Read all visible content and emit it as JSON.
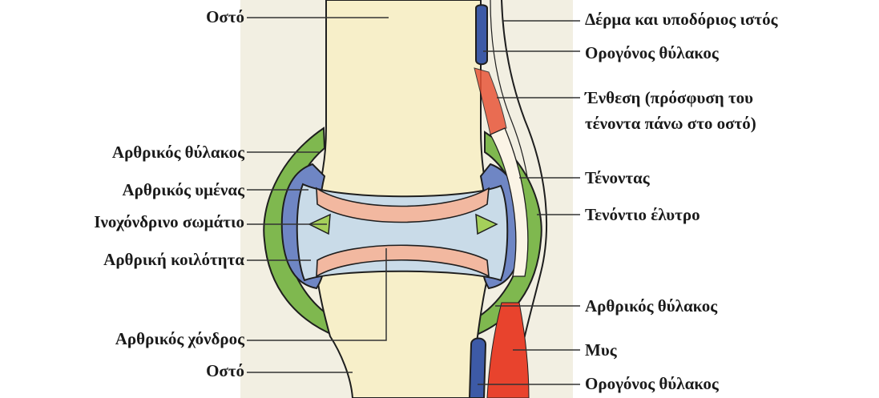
{
  "labels_left": {
    "bone_top": "Οστό",
    "joint_capsule": "Αρθρικός θύλακος",
    "synovial_membrane": "Αρθρικός υμένας",
    "fibrocartilage_disc": "Ινοχόνδρινο σωμάτιο",
    "joint_cavity": "Αρθρική κοιλότητα",
    "articular_cartilage": "Αρθρικός χόνδρος",
    "bone_bottom": "Οστό"
  },
  "labels_right": {
    "skin": "Δέρμα και υποδόριος ιστός",
    "bursa_top": "Ορογόνος θύλακος",
    "enthesis_line1": "Ένθεση (πρόσφυση του",
    "enthesis_line2": "τένοντα πάνω στο οστό)",
    "tendon": "Τένοντας",
    "tendon_sheath": "Τενόντιο έλυτρο",
    "joint_capsule": "Αρθρικός θύλακος",
    "muscle": "Μυς",
    "bursa_bottom": "Ορογόνος θύλακος"
  },
  "colors": {
    "bone": "#f7efc9",
    "background": "#f2efe2",
    "capsule": "#7fb84f",
    "synovial": "#6f86c4",
    "cavity": "#c9dbe8",
    "cartilage": "#f2b8a0",
    "disc": "#a5cf5a",
    "muscle": "#e8432d",
    "tendon": "#fbf4e6",
    "outline": "#1e1e1e"
  }
}
